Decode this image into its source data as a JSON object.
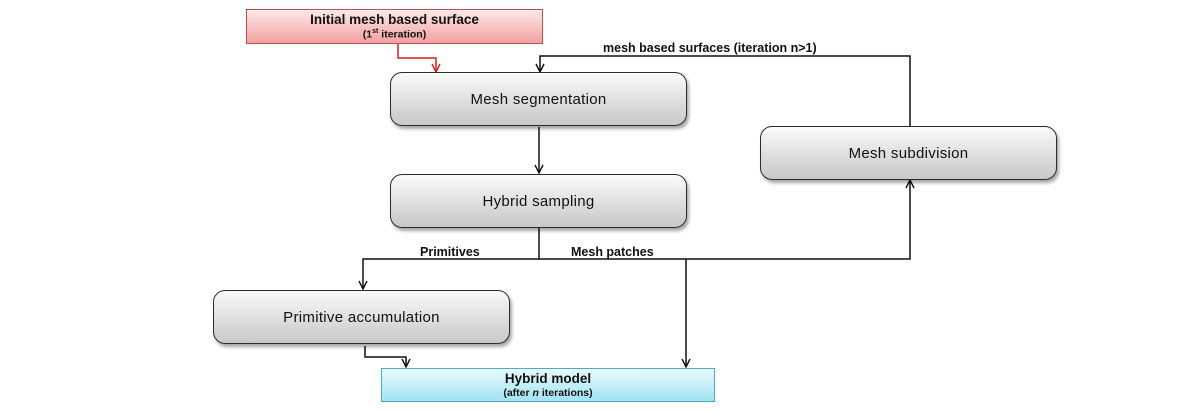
{
  "initial": {
    "title": "Initial mesh based surface",
    "sub_pre": "(1",
    "sub_sup": "st",
    "sub_post": " iteration)"
  },
  "nodes": {
    "segmentation": "Mesh segmentation",
    "sampling": "Hybrid sampling",
    "subdivision": "Mesh subdivision",
    "accumulation": "Primitive accumulation"
  },
  "final": {
    "title": "Hybrid model",
    "sub_pre": "(after ",
    "sub_em": "n",
    "sub_post": " iterations)"
  },
  "edge_labels": {
    "loop": "mesh based surfaces (iteration n>1)",
    "primitives": "Primitives",
    "mesh_patches": "Mesh patches"
  },
  "colors": {
    "initial_border": "#c0504d",
    "initial_arrow": "#d42020",
    "final_border": "#4bacc6"
  }
}
